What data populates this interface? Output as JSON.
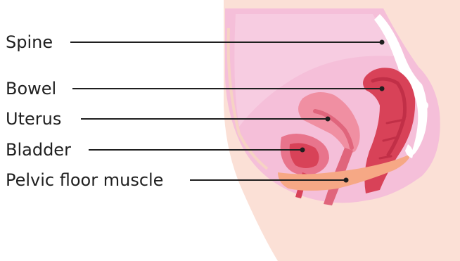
{
  "labels": {
    "spine": "Spine",
    "bowel": "Bowel",
    "uterus": "Uterus",
    "bladder": "Bladder",
    "pelvic_floor": "Pelvic floor muscle"
  },
  "colors": {
    "skin": "#fbe0d6",
    "body_pink": "#f5bfd9",
    "body_pink_light": "#f7cce1",
    "spine_white": "#ffffff",
    "bowel_red": "#d84258",
    "bowel_dark": "#c12f47",
    "uterus_pink": "#f08fa2",
    "uterus_dark": "#e0657c",
    "bladder_red": "#d84258",
    "pelvic_muscle": "#f6a885",
    "text": "#1f1f1f"
  }
}
